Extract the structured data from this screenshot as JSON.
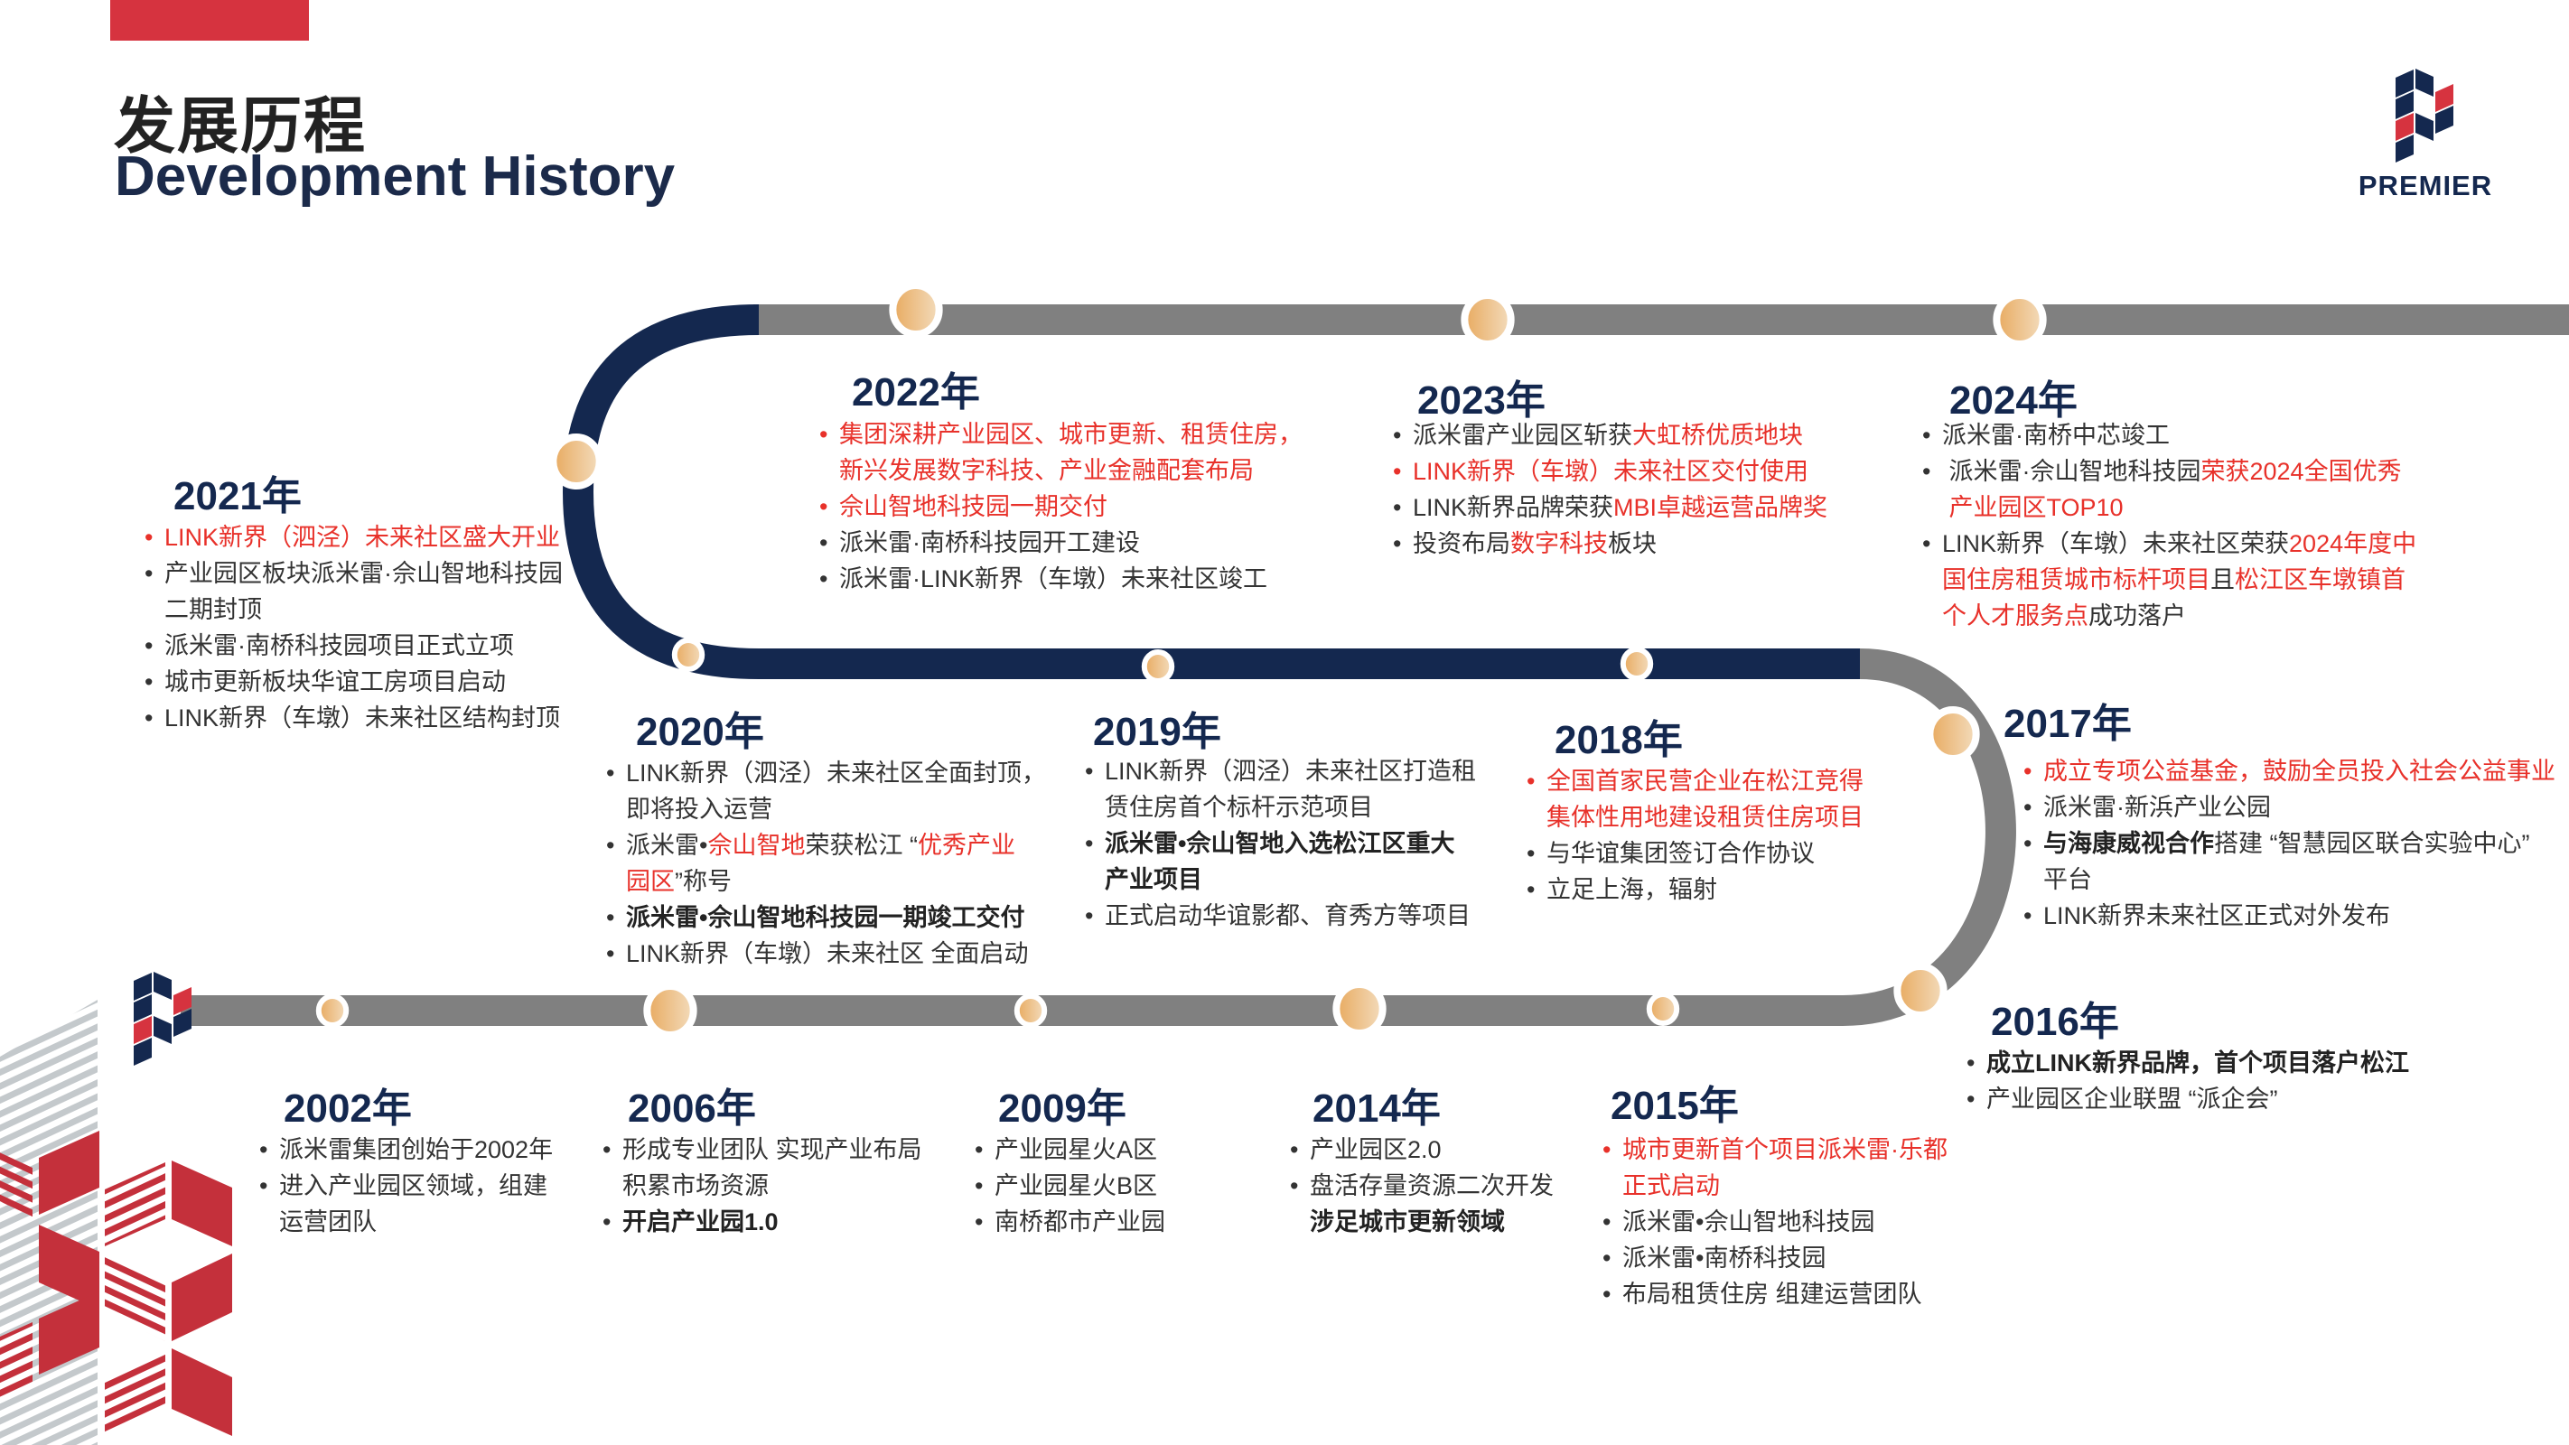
{
  "header": {
    "title_cn": "发展历程",
    "title_en": "Development History"
  },
  "brand": {
    "name": "PREMIER",
    "navy": "#14284f",
    "red": "#d6333f",
    "accent_red": "#e8312a",
    "track_gray": "#808080",
    "dot_orange": "#e8b06a"
  },
  "timeline": [
    {
      "year": "2021年",
      "items": [
        [
          [
            "LINK新界（泗泾）未来社区盛大开业",
            "r"
          ]
        ],
        [
          [
            "产业园区板块派米雷·佘山智地科技园\n二期封顶",
            ""
          ]
        ],
        [
          [
            "派米雷·南桥科技园项目正式立项",
            ""
          ]
        ],
        [
          [
            "城市更新板块华谊工房项目启动",
            ""
          ]
        ],
        [
          [
            "LINK新界（车墩）未来社区结构封顶",
            ""
          ]
        ]
      ]
    },
    {
      "year": "2022年",
      "items": [
        [
          [
            "集团深耕产业园区、城市更新、租赁住房，\n新兴发展数字科技、产业金融配套布局",
            "r"
          ]
        ],
        [
          [
            "佘山智地科技园一期交付",
            "r"
          ]
        ],
        [
          [
            "派米雷·南桥科技园开工建设",
            ""
          ]
        ],
        [
          [
            "派米雷·LINK新界（车墩）未来社区竣工",
            ""
          ]
        ]
      ]
    },
    {
      "year": "2023年",
      "items": [
        [
          [
            "派米雷产业园区斩获",
            ""
          ],
          [
            "大虹桥优质地块",
            "r"
          ]
        ],
        [
          [
            "LINK新界（车墩）未来社区交付使用",
            "r"
          ]
        ],
        [
          [
            "LINK新界品牌荣获",
            ""
          ],
          [
            "MBI卓越运营品牌奖",
            "r"
          ]
        ],
        [
          [
            "投资布局",
            ""
          ],
          [
            "数字科技",
            "r"
          ],
          [
            "板块",
            ""
          ]
        ]
      ]
    },
    {
      "year": "2024年",
      "items": [
        [
          [
            "派米雷·南桥中芯竣工",
            ""
          ]
        ],
        [
          [
            " 派米雷·佘山智地科技园",
            ""
          ],
          [
            "荣获2024全国优秀\n 产业园区TOP10",
            "r"
          ]
        ],
        [
          [
            "LINK新界（车墩）未来社区荣获",
            ""
          ],
          [
            "2024年度中\n国住房租赁城市标杆项目",
            "r"
          ],
          [
            "且",
            ""
          ],
          [
            "松江区车墩镇首\n个人才服务点",
            "r"
          ],
          [
            "成功落户",
            ""
          ]
        ]
      ]
    },
    {
      "year": "2020年",
      "items": [
        [
          [
            "LINK新界（泗泾）未来社区全面封顶，\n即将投入运营",
            ""
          ]
        ],
        [
          [
            "派米雷•",
            ""
          ],
          [
            "佘山智地",
            "r"
          ],
          [
            "荣获松江 “",
            ""
          ],
          [
            "优秀产业\n园区",
            "r"
          ],
          [
            "”称号",
            ""
          ]
        ],
        [
          [
            "派米雷•佘山智地科技园一期竣工交付",
            "b"
          ]
        ],
        [
          [
            "LINK新界（车墩）未来社区 全面启动",
            ""
          ]
        ]
      ]
    },
    {
      "year": "2019年",
      "items": [
        [
          [
            "LINK新界（泗泾）未来社区打造租\n赁住房首个标杆示范项目",
            ""
          ]
        ],
        [
          [
            "派米雷•佘山智地入选松江区重大\n产业项目",
            "b"
          ]
        ],
        [
          [
            "正式启动华谊影都、育秀方等项目",
            ""
          ]
        ]
      ]
    },
    {
      "year": "2018年",
      "items": [
        [
          [
            "全国首家民营企业在松江竞得\n集体性用地建设租赁住房项目",
            "r"
          ]
        ],
        [
          [
            "与华谊集团签订合作协议",
            ""
          ]
        ],
        [
          [
            "立足上海，辐射",
            ""
          ]
        ]
      ]
    },
    {
      "year": "2017年",
      "items": [
        [
          [
            "成立专项公益基金，鼓励全员投入社会公益事业",
            "r"
          ]
        ],
        [
          [
            "派米雷·新浜产业公园",
            ""
          ]
        ],
        [
          [
            "与海康威视合作",
            "b"
          ],
          [
            "搭建 “智慧园区联合实验中心”\n平台",
            ""
          ]
        ],
        [
          [
            "LINK新界未来社区正式对外发布",
            ""
          ]
        ]
      ]
    },
    {
      "year": "2016年",
      "items": [
        [
          [
            "成立LINK新界品牌，首个项目落户松江",
            "b"
          ]
        ],
        [
          [
            "产业园区企业联盟 “派企会”",
            ""
          ]
        ]
      ]
    },
    {
      "year": "2002年",
      "items": [
        [
          [
            "派米雷集团创始于2002年",
            ""
          ]
        ],
        [
          [
            "进入产业园区领域，组建\n运营团队",
            ""
          ]
        ]
      ]
    },
    {
      "year": "2006年",
      "items": [
        [
          [
            "形成专业团队 实现产业布局\n积累市场资源",
            ""
          ]
        ],
        [
          [
            "开启产业园1.0",
            "b"
          ]
        ]
      ]
    },
    {
      "year": "2009年",
      "items": [
        [
          [
            "产业园星火A区",
            ""
          ]
        ],
        [
          [
            "产业园星火B区",
            ""
          ]
        ],
        [
          [
            "南桥都市产业园",
            ""
          ]
        ]
      ]
    },
    {
      "year": "2014年",
      "items": [
        [
          [
            "产业园区2.0",
            ""
          ]
        ],
        [
          [
            "盘活存量资源二次开发\n",
            ""
          ],
          [
            "涉足城市更新领域",
            "b"
          ]
        ]
      ]
    },
    {
      "year": "2015年",
      "items": [
        [
          [
            "城市更新首个项目派米雷·乐都\n正式启动",
            "r"
          ]
        ],
        [
          [
            "派米雷•佘山智地科技园",
            ""
          ]
        ],
        [
          [
            "派米雷•南桥科技园",
            ""
          ]
        ],
        [
          [
            "布局租赁住房 组建运营团队",
            ""
          ]
        ]
      ]
    }
  ]
}
